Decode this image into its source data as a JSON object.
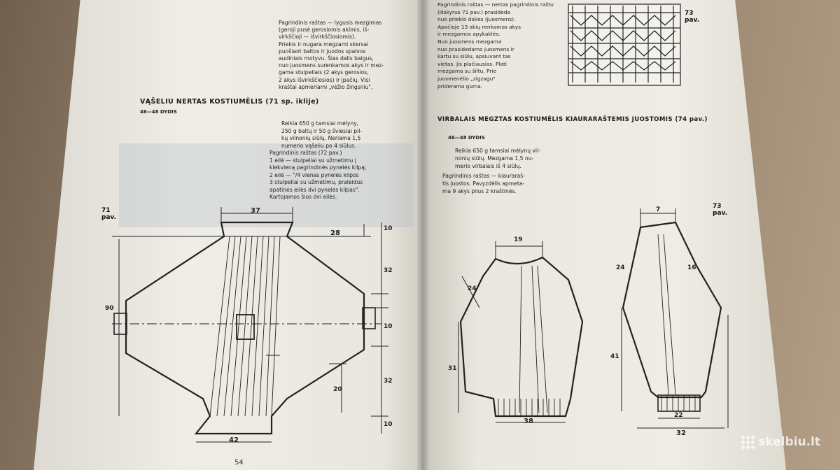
{
  "left_page": {
    "intro_text": "Pagrindinis raštas — lygusis mezgimas\n(geroji pusė gerosiomis akimis, iš-\nvirkščioji — išvirkščiosiomis).\nPriekis ir nugara megzami skersai\npuošiant baltos ir juodos spalvos\naudiniais motyvu. Šias dalis baigus,\nnuo juosmens surenkamos akys ir mez-\ngama stulpeliais (2 akys gerosios,\n2 akys išvirkščiosios) ir įpačių. Visi\nkraštai apmeriami „vėžio žingsniu\".",
    "heading": "VĄŠELIU NERTAS KOSTIUMĖLIS (71 sp. iklije)",
    "size_label": "46—48 DYDIS",
    "materials": "Reikia 650 g tamsiai mėlyny,\n250 g baltų ir 50 g šviesiai pil-\nkų vilnonių siūlų. Neriama 1,5\nnumerio vąšeliu po 4 siūlus.",
    "pattern": "Pagrindinis raštas (72 pav.)\n1 eilė — stulpeliai su užmetimu į\nkiekvieną pagrindinės pynelės kilpą;\n2 eilė — \"/4 vienas pynelės kilpos\n3 stulpeliai su užmetimu, praleidus\napatinės eilės dvi pynelės kilpas\".\nKartojamos šios dvi eilės.",
    "figure_label": "71\npav.",
    "page_number": "54"
  },
  "left_diagram": {
    "dims": {
      "top": "37",
      "shoulder": "28",
      "right_top": "10",
      "right_upper": "32",
      "right_mid": "10",
      "left_height": "90",
      "right_lower": "32",
      "inner": "20",
      "right_bottom": "10",
      "bottom": "42"
    }
  },
  "right_page": {
    "top_text": "Pagrindinis raštas — nertas pagrindinis raštu\n(išskyrus 71 pav.) prasideda\nnuo priekio dalies (juosmens).\nApačioje 13 akių renkamos akys\nir mezgamos apykaklės.\nNuo juosmens mezgama\nnuo prasidedamo juosmens ir\nkartu su siūlu, apsiuvant tas\nvietas. Jis plačiausias. Plati\nmezgama su šiltu. Prie\njuosmenėlio „zigzagu\"\npriderama guma.",
    "heading": "VIRBALAIS MEGZTAS KOSTIUMĖLIS KIAURARAŠTEMIS JUOSTOMIS (74 pav.)",
    "size_label": "46—48 DYDIS",
    "materials": "Reikia 650 g tamsiai mėlynų vil-\nnonių siūlų. Mezgama 1,5 nu-\nmerio virbalais iš 4 siūlų.",
    "pattern": "Pagrindinis raštas — kiauraraš-\ntis juostos. Pavyzdėlis apmeta-\nma 9 akys plius 2 kraštinės.",
    "figure_label_top": "73\npav.",
    "figure_label_bottom": "73\npav."
  },
  "right_diagram": {
    "dims": {
      "neck": "19",
      "shoulder_slope": "24",
      "body_height": "31",
      "waist": "38",
      "sleeve_top": "7",
      "sleeve_left": "24",
      "sleeve_right": "16",
      "sleeve_body": "41",
      "cuff": "22",
      "sleeve_bottom": "32"
    }
  },
  "watermark": {
    "text": "skelbiu.lt"
  }
}
